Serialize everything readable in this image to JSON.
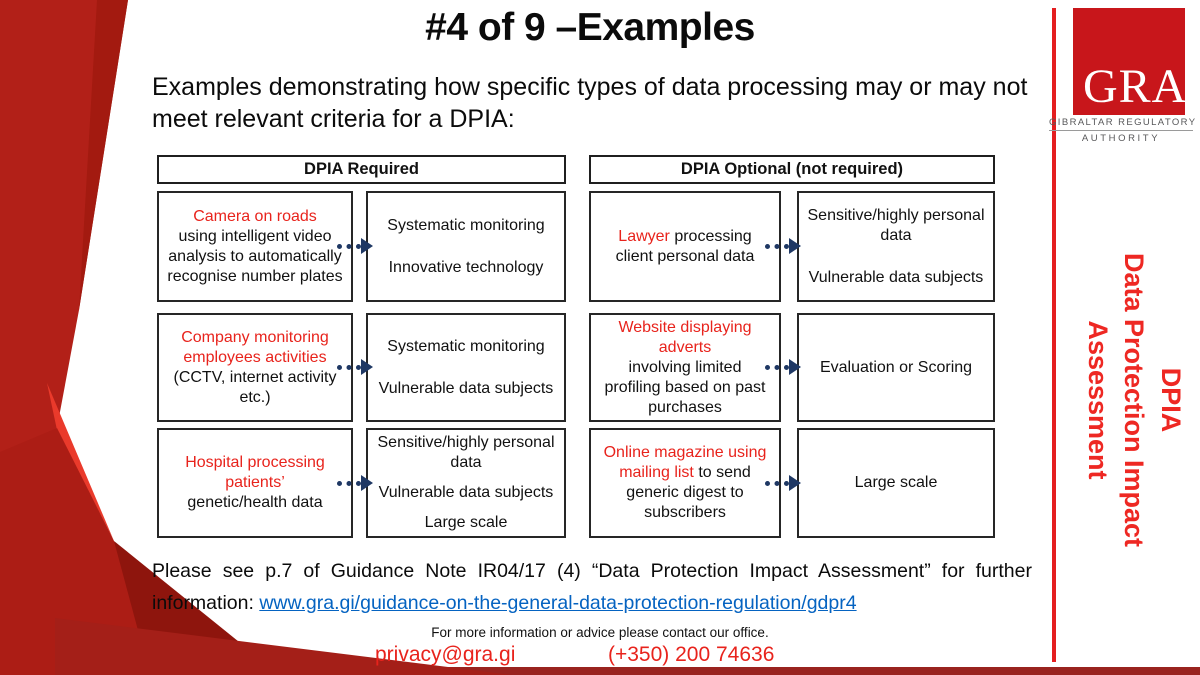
{
  "slide": {
    "title": "#4 of 9 –Examples",
    "intro": "Examples demonstrating how specific types of data processing may or may not meet relevant criteria for a DPIA:"
  },
  "table": {
    "header_required": "DPIA Required",
    "header_optional": "DPIA Optional (not required)",
    "rows": [
      {
        "left": {
          "cause_red": "Camera on roads",
          "cause_black": "using intelligent video analysis to automatically recognise number plates",
          "effects": [
            "Systematic monitoring",
            "Innovative technology"
          ]
        },
        "right": {
          "cause_red": "Lawyer",
          "cause_black": "processing client personal data",
          "effects": [
            "Sensitive/highly personal data",
            "Vulnerable data subjects"
          ]
        }
      },
      {
        "left": {
          "cause_red": "Company monitoring employees activities",
          "cause_black": "(CCTV, internet activity etc.)",
          "effects": [
            "Systematic monitoring",
            "Vulnerable data subjects"
          ]
        },
        "right": {
          "cause_red": "Website displaying adverts",
          "cause_black": "involving limited profiling based on past purchases",
          "effects": [
            "Evaluation or Scoring"
          ]
        }
      },
      {
        "left": {
          "cause_red": "Hospital processing patients’",
          "cause_black": "genetic/health data",
          "effects": [
            "Sensitive/highly personal data",
            "Vulnerable data subjects",
            "Large scale"
          ]
        },
        "right": {
          "cause_red": "Online magazine using mailing list",
          "cause_black": "to send generic digest to subscribers",
          "effects": [
            "Large scale"
          ]
        }
      }
    ]
  },
  "footer": {
    "note_prefix": "Please see p.7 of Guidance Note IR04/17 (4) “Data Protection Impact Assessment” for further information: ",
    "link": "www.gra.gi/guidance-on-the-general-data-protection-regulation/gdpr4",
    "contact_line": "For more information or advice please contact our office.",
    "email": "privacy@gra.gi",
    "phone": "(+350) 200 74636"
  },
  "sidebar": {
    "logo": "GRA",
    "org_line1": "GIBRALTAR REGULATORY",
    "org_line2": "AUTHORITY",
    "vertical": [
      "DPIA",
      "Data Protection Impact",
      "Assessment"
    ]
  },
  "colors": {
    "accent_red": "#e8231c",
    "logo_red": "#c8161b",
    "arrow_navy": "#1f3864",
    "link_blue": "#0563c1",
    "deco_red": "#b22018",
    "bottom_bar_red": "#99231f"
  }
}
